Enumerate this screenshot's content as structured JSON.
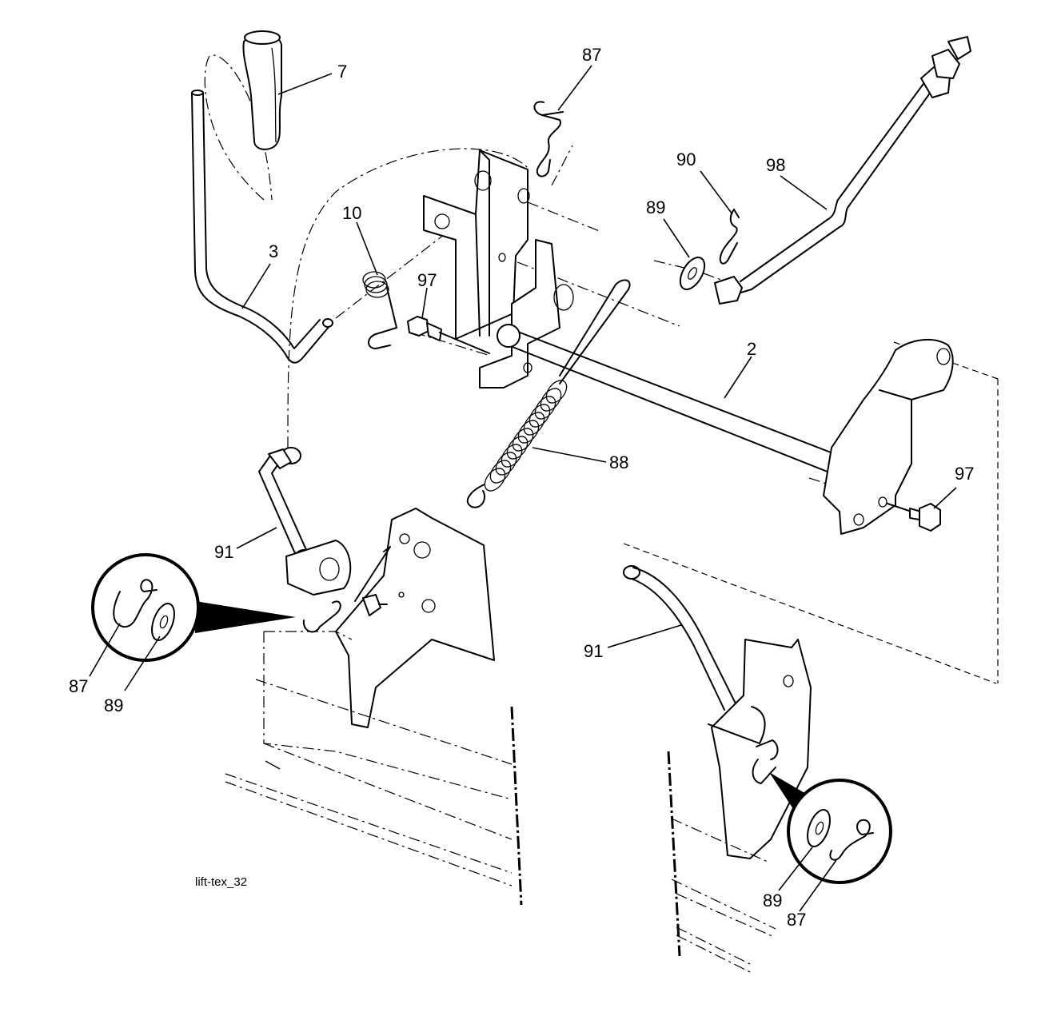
{
  "caption": "lift-tex_32",
  "labels": {
    "handle_grip": "7",
    "lift_lever": "3",
    "spring_small": "10",
    "clip_top": "87",
    "bolt_left": "97",
    "washer_top": "89",
    "clip_right": "90",
    "rod_right": "98",
    "shaft": "2",
    "spring_large": "88",
    "bolt_right": "97",
    "link_left": "91",
    "link_right": "91",
    "detail_left_clip": "87",
    "detail_left_washer": "89",
    "detail_right_washer": "89",
    "detail_right_clip": "87"
  }
}
